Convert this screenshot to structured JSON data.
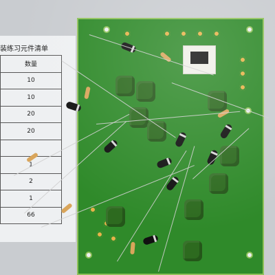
{
  "sheet": {
    "title": "装练习元件清单",
    "header": "数量",
    "quantities": [
      "10",
      "10",
      "20",
      "20",
      "",
      "1",
      "2",
      "1",
      "66"
    ]
  }
}
